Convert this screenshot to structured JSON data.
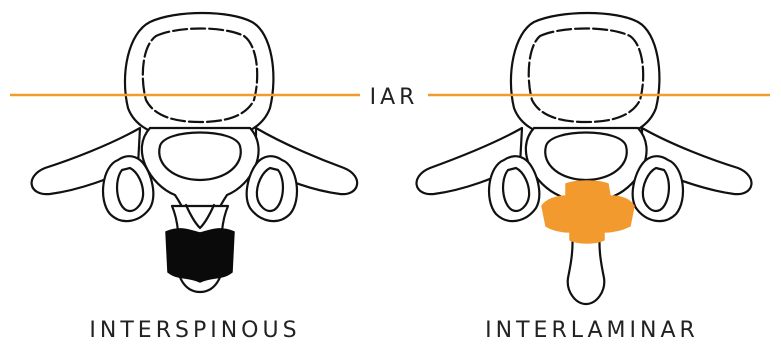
{
  "axis_label": "IAR",
  "left_caption": "INTERSPINOUS",
  "right_caption": "INTERLAMINAR",
  "colors": {
    "axis_line": "#F29A2E",
    "interlaminar_implant": "#F29A2E",
    "interspinous_implant": "#0a0a0a",
    "bone_outline": "#111111"
  },
  "icons": {
    "left_figure": "vertebra-with-interspinous-implant",
    "right_figure": "vertebra-with-interlaminar-implant"
  }
}
